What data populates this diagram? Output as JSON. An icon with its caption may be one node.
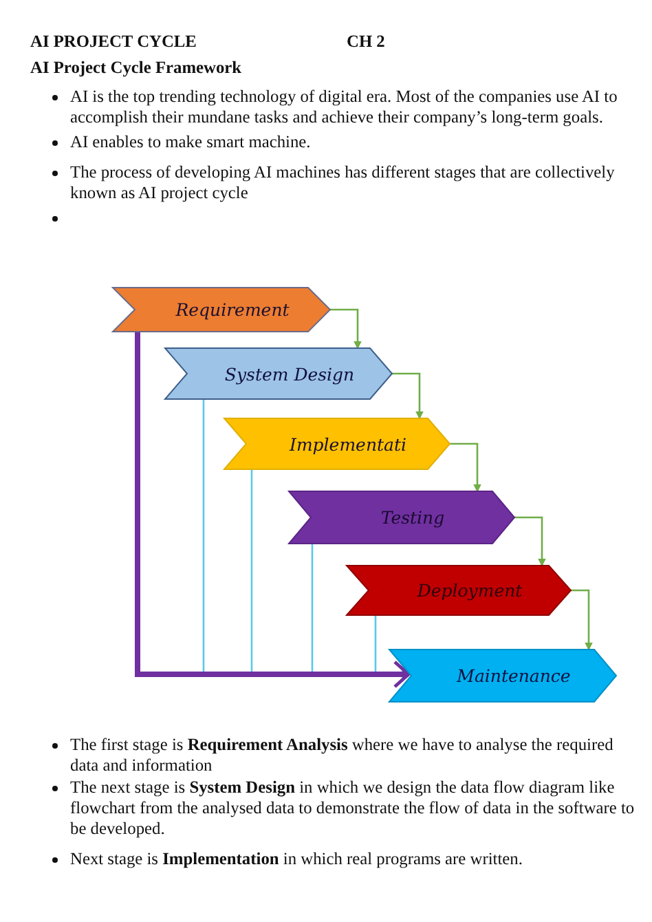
{
  "diagram": {
    "title": "AI Project Cycle Framework",
    "nodes": [
      {
        "text": [
          "Requirement"
        ]
      },
      {
        "text": [
          "System Design"
        ]
      },
      {
        "text": [
          "Implementati"
        ]
      },
      {
        "text": [
          "Testing"
        ]
      },
      {
        "text": [
          "Deployment"
        ]
      },
      {
        "text": [
          "Maintenance"
        ]
      }
    ],
    "edges": [
      {
        "from": 0,
        "to": 1,
        "arrow": "to"
      },
      {
        "from": 1,
        "to": 2,
        "arrow": "to"
      },
      {
        "from": 2,
        "to": 3,
        "arrow": "to"
      },
      {
        "from": 3,
        "to": 4,
        "arrow": "to"
      },
      {
        "from": 4,
        "to": 5,
        "arrow": "to"
      },
      {
        "from": 1,
        "to": 5,
        "arrow": "to",
        "color": "#5bc8ea"
      },
      {
        "from": 2,
        "to": 5,
        "arrow": "to",
        "color": "#5bc8ea"
      },
      {
        "from": 3,
        "to": 5,
        "arrow": "to",
        "color": "#5bc8ea"
      },
      {
        "from": 4,
        "to": 5,
        "arrow": "to",
        "color": "#5bc8ea"
      },
      {
        "from": 0,
        "to": 5,
        "arrow": "to",
        "style": "thick",
        "color": "#7030a0"
      }
    ],
    "labels": [
      "AI PROJECT CYCLE",
      "CH 2",
      "AI is the top trending technology of digital era. Most of the companies use AI to accomplish their mundane tasks and achieve their company’s long-term goals.",
      "AI enables to make smart machine.",
      "The process of developing AI machines has different stages that are collectively known as AI project cycle",
      "The first stage is **Requirement Analysis** where we have to analyse the required data and information",
      "The next stage is **System Design** in which we design the data flow diagram like flowchart from the analysed data to demonstrate the flow of data in the software to be developed.",
      "Next stage is **Implementation** in which real programs are written."
    ]
  }
}
